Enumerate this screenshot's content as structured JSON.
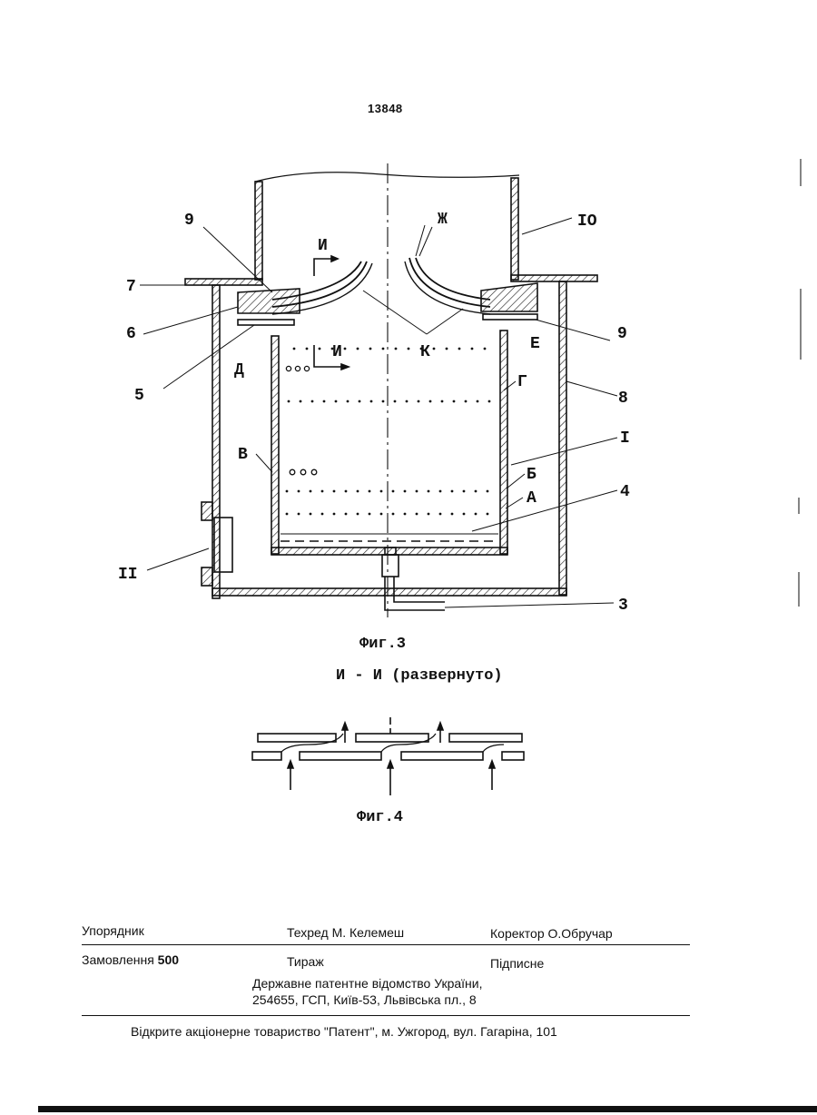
{
  "page_number": "13848",
  "figure3": {
    "caption": "Фиг.3",
    "labels": {
      "n9_left": "9",
      "n10": "IO",
      "zh": "Ж",
      "i_top": "И",
      "n7": "7",
      "n6": "6",
      "k": "К",
      "n9_right": "9",
      "e": "Е",
      "d": "Д",
      "i_mid": "И",
      "n5": "5",
      "g": "Г",
      "n8": "8",
      "n1": "I",
      "v": "В",
      "b": "Б",
      "a": "А",
      "n4": "4",
      "n11": "II",
      "n3": "3"
    }
  },
  "section_title": "И - И (развернуто)",
  "figure4": {
    "caption": "Фиг.4"
  },
  "imprint": {
    "compiler": "Упорядник",
    "tech_editor": "Техред М. Келемеш",
    "corrector": "Коректор О.Обручар",
    "order_label": "Замовлення",
    "order_number": "500",
    "circulation": "Тираж",
    "subscription": "Підписне",
    "office_line1": "Державне патентне відомство України,",
    "office_line2": "254655, ГСП, Київ-53, Львівська пл., 8",
    "publisher": "Відкрите акціонерне товариство \"Патент\", м. Ужгород, вул. Гагаріна, 101"
  }
}
